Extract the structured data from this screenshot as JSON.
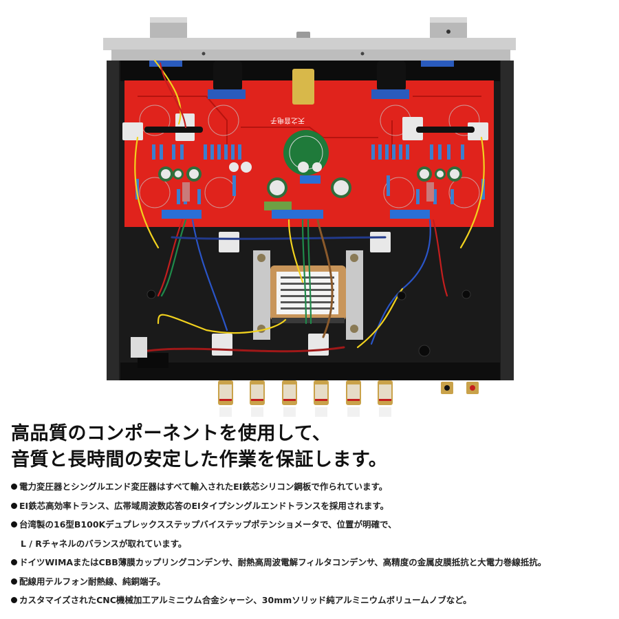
{
  "product_photo": {
    "alt": "Top-down interior view of a vacuum tube amplifier: red PCB with tube sockets, capacitors and resistors, EI power transformer, wiring, speaker binding posts and RCA jacks",
    "pcb_silk_text": "天之音电子",
    "colors": {
      "pcb_red": "#e0231c",
      "chassis_black": "#141414",
      "front_panel_silver": "#c8c8c8",
      "transformer_copper": "#c8955a",
      "wire_yellow": "#f2d21e",
      "wire_blue": "#2a55c8",
      "wire_green": "#1f8a4a",
      "wire_red": "#c41e1e",
      "wire_brown": "#8b5a2b",
      "binding_post_gold": "#c9a24a"
    },
    "binding_post_count": 6,
    "rca_jack_count": 2,
    "knob_count": 2
  },
  "headline": {
    "line1": "高品質のコンポーネントを使用して、",
    "line2": "音質と長時間の安定した作業を保証します。"
  },
  "features": [
    {
      "text": "電力変圧器とシングルエンド変圧器はすべて輸入されたEI鉄芯シリコン鋼板で作られています。"
    },
    {
      "text": "EI鉄芯高効率トランス、広帯域周波数応答のEIタイプシングルエンドトランスを採用されます。"
    },
    {
      "text": "台湾製の16型B100Kデュプレックスステップバイステップポテンショメータで、位置が明確で、"
    },
    {
      "text": "L / Rチャネルのバランスが取れています。",
      "continuation": true
    },
    {
      "text": "ドイツWIMAまたはCBB薄膜カップリングコンデンサ、耐熱高周波電解フィルタコンデンサ、高精度の金属皮膜抵抗と大電力巻線抵抗。"
    },
    {
      "text": "配線用テルフォン耐熱線、純銅端子。"
    },
    {
      "text": "カスタマイズされたCNC機械加工アルミニウム合金シャーシ、30mmソリッド純アルミニウムボリュームノブなど。"
    }
  ]
}
